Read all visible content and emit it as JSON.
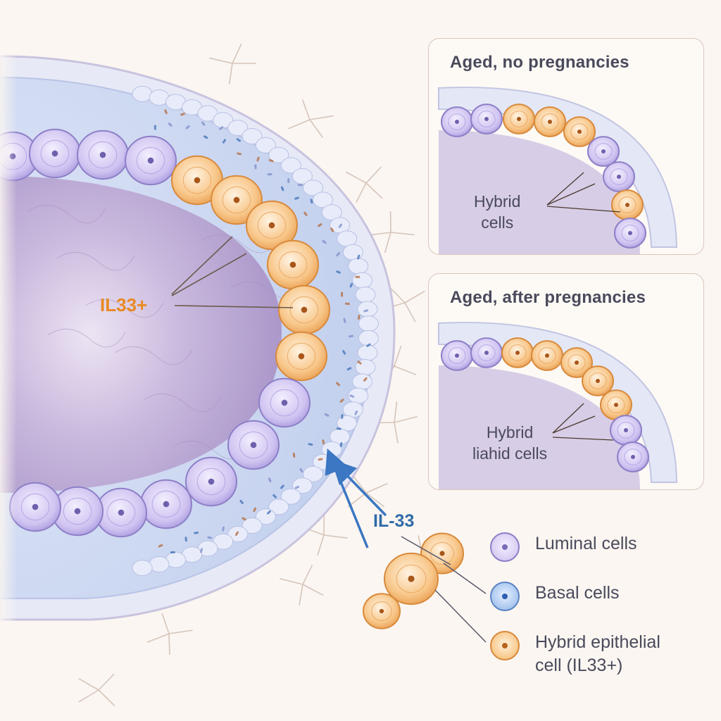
{
  "main_figure": {
    "label_il33_positive": "IL33+",
    "label_il33_signal": "IL-33"
  },
  "insets": [
    {
      "title": "Aged, no pregnancies",
      "label": "Hybrid\ncells"
    },
    {
      "title": "Aged, after pregnancies",
      "label": "Hybrid\nliahid cells"
    }
  ],
  "legend": [
    {
      "label": "Luminal cells",
      "icon": "luminal-cell-icon"
    },
    {
      "label": "Basal cells",
      "icon": "basal-cell-icon"
    },
    {
      "label": "Hybrid epithelial\ncell (IL33+)",
      "icon": "hybrid-cell-icon"
    }
  ],
  "colors": {
    "luminal": "#c9bdf0",
    "luminal_edge": "#8d7fc7",
    "basal": "#9fc0ec",
    "hybrid": "#f6bf7e",
    "hybrid_edge": "#d88a3c",
    "il33_text": "#e88a25",
    "signal_text": "#2f6aa8",
    "lumen": "#b7a6d4"
  }
}
